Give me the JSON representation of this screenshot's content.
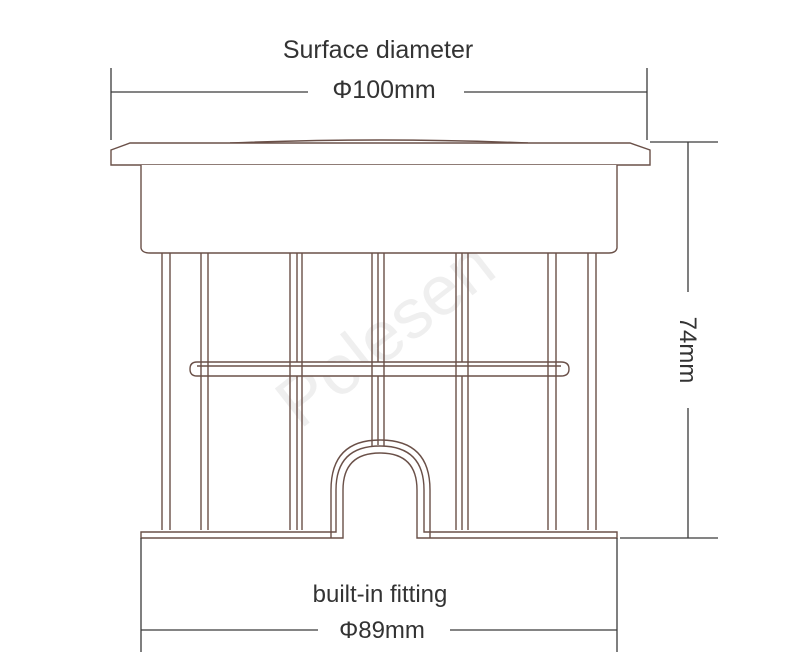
{
  "top_dimension": {
    "caption": "Surface diameter",
    "value": "Φ100mm"
  },
  "bottom_dimension": {
    "caption": "built-in fitting",
    "value": "Φ89mm"
  },
  "height_dimension": {
    "value": "74mm"
  },
  "watermark": "Polesen",
  "colors": {
    "line": "#6a5048",
    "text": "#333333",
    "dim_line": "#3a3a3a",
    "watermark": "#d6d6d6"
  }
}
